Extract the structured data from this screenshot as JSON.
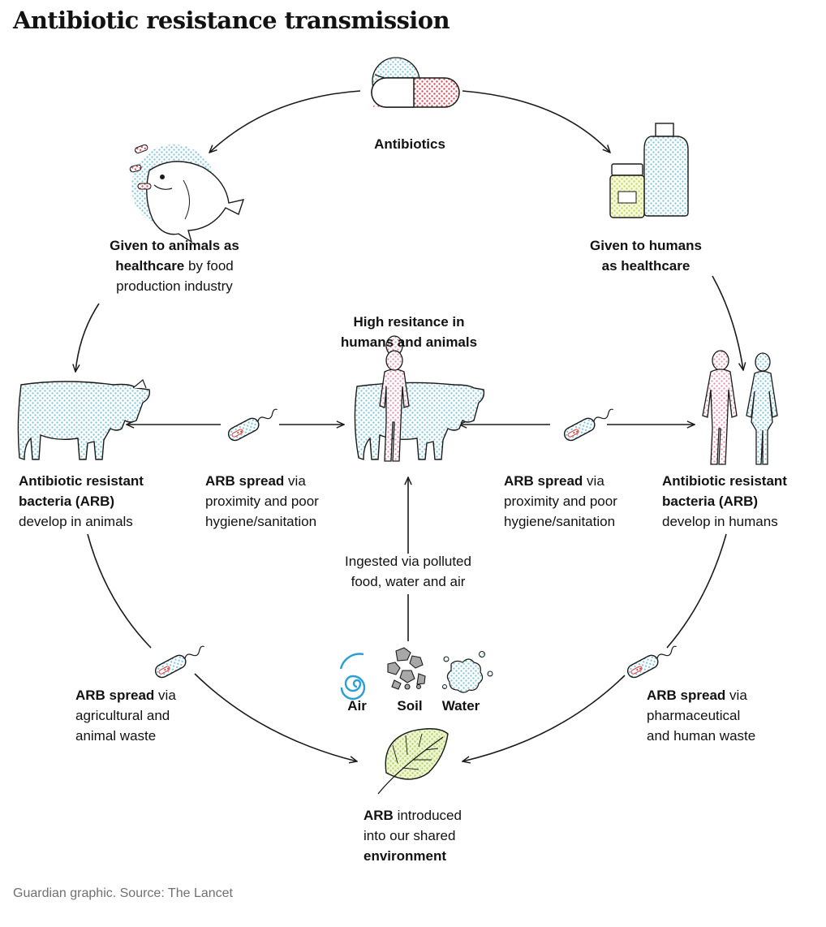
{
  "title": "Antibiotic resistance transmission",
  "source": "Guardian graphic. Source: The Lancet",
  "colors": {
    "blue": "#9fd3e3",
    "pink": "#e8a6b8",
    "red": "#d23a3a",
    "yellow": "#e6ee9f",
    "leaf": "#d6e9a0",
    "grey": "#a8a8a8",
    "ink": "#1a1a1a"
  },
  "nodes": {
    "antibiotics": {
      "label": "Antibiotics",
      "icon": "pill-icon"
    },
    "animals_healthcare": {
      "bold": "Given to animals as",
      "bold2": "healthcare",
      "rest2": " by food",
      "line3": "production industry",
      "icon": "salmon-icon"
    },
    "humans_healthcare": {
      "line1": "Given to humans",
      "line2": "as healthcare",
      "icon": "medicine-bottles-icon"
    },
    "high_resistance": {
      "line1": "High resitance in",
      "line2": "humans and animals",
      "icon": "human-and-cow-icon"
    },
    "arb_animals": {
      "line1": "Antibiotic resistant",
      "line2": "bacteria (ARB)",
      "line3": "develop in animals",
      "icon": "cow-icon"
    },
    "arb_humans": {
      "line1": "Antibiotic resistant",
      "line2": "bacteria (ARB)",
      "line3": "develop in humans",
      "icon": "humans-icon"
    },
    "environment": {
      "line1b": "ARB",
      "line1": " introduced",
      "line2": "into our shared",
      "line3": "environment",
      "icon": "leaf-icon"
    }
  },
  "edges": {
    "spread_left": {
      "bold": "ARB spread",
      "rest": " via",
      "line2": "proximity and poor",
      "line3": "hygiene/sanitation"
    },
    "spread_right": {
      "bold": "ARB spread",
      "rest": " via",
      "line2": "proximity and poor",
      "line3": "hygiene/sanitation"
    },
    "ingested": {
      "line1": "Ingested via polluted",
      "line2": "food, water and air"
    },
    "agri_waste": {
      "bold": "ARB spread",
      "rest": " via",
      "line2": "agricultural and",
      "line3": "animal waste"
    },
    "pharma_waste": {
      "bold": "ARB spread",
      "rest": " via",
      "line2": "pharmaceutical",
      "line3": "and human waste"
    }
  },
  "elements": [
    {
      "label": "Air",
      "icon": "air-swirl-icon"
    },
    {
      "label": "Soil",
      "icon": "soil-stones-icon"
    },
    {
      "label": "Water",
      "icon": "water-splash-icon"
    }
  ],
  "bacteria_icon": "bacterium-icon"
}
